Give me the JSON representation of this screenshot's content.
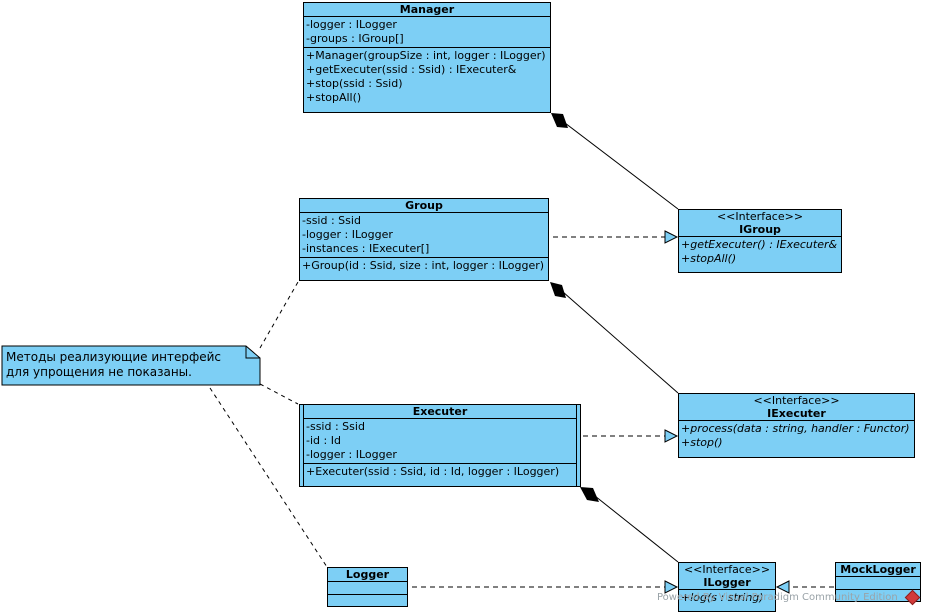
{
  "classes": {
    "manager": {
      "name": "Manager",
      "attributes": [
        "-logger : ILogger",
        "-groups : IGroup[]"
      ],
      "operations": [
        "+Manager(groupSize : int, logger : ILogger)",
        "+getExecuter(ssid : Ssid) : IExecuter&",
        "+stop(ssid : Ssid)",
        "+stopAll()"
      ]
    },
    "group": {
      "name": "Group",
      "attributes": [
        "-ssid : Ssid",
        "-logger : ILogger",
        "-instances : IExecuter[]"
      ],
      "operations": [
        "+Group(id : Ssid, size : int, logger : ILogger)"
      ]
    },
    "executer": {
      "name": "Executer",
      "attributes": [
        "-ssid : Ssid",
        "-id : Id",
        "-logger : ILogger"
      ],
      "operations": [
        "+Executer(ssid : Ssid, id : Id, logger : ILogger)"
      ]
    },
    "logger": {
      "name": "Logger"
    },
    "mock_logger": {
      "name": "MockLogger"
    }
  },
  "interfaces": {
    "igroup": {
      "stereotype": "<<Interface>>",
      "name": "IGroup",
      "operations": [
        "+getExecuter() : IExecuter&",
        "+stopAll()"
      ]
    },
    "iexecuter": {
      "stereotype": "<<Interface>>",
      "name": "IExecuter",
      "operations": [
        "+process(data : string, handler : Functor)",
        "+stop()"
      ]
    },
    "ilogger": {
      "stereotype": "<<Interface>>",
      "name": "ILogger",
      "operations": [
        "+log(s : string)"
      ]
    }
  },
  "note": {
    "lines": [
      "Методы реализующие интерфейс",
      "для упрощения не показаны."
    ]
  },
  "watermark": "Powered By Visual Paradigm Community Edition",
  "colors": {
    "class_fill": "#7dcff5",
    "line": "#000000",
    "watermark": "#9aa3a8"
  }
}
